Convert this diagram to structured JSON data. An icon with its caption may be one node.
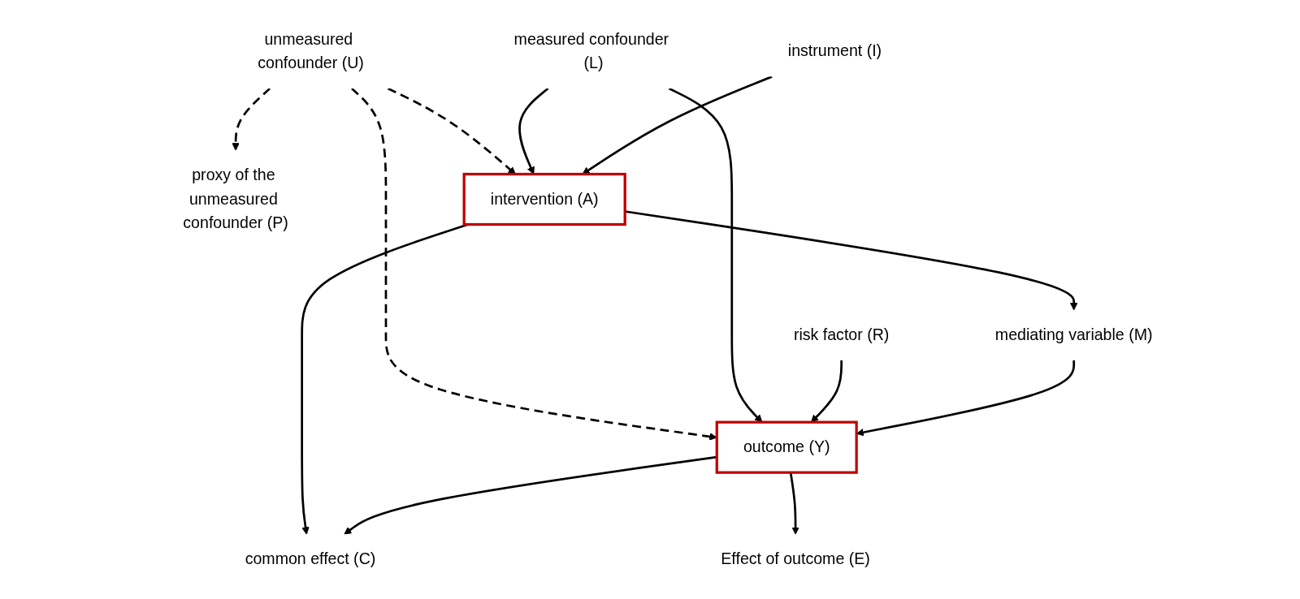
{
  "diagram": {
    "nodes": [
      {
        "text": [
          "unmeasured confounder (U)"
        ]
      },
      {
        "text": [
          "proxy of the unmeasured confounder (P)"
        ]
      },
      {
        "text": [
          "measured confounder (L)"
        ]
      },
      {
        "text": [
          "risk factor (R)"
        ]
      },
      {
        "text": [
          "intervention (A)"
        ]
      },
      {
        "text": [
          "mediating variable (M)"
        ]
      },
      {
        "text": [
          "outcome (Y)"
        ]
      },
      {
        "text": [
          "instrument (I)"
        ]
      },
      {
        "text": [
          "common effect (C)"
        ]
      },
      {
        "text": [
          "Effect of outcome (E)"
        ]
      }
    ],
    "edges": [
      {
        "from": 0,
        "to": 1,
        "arrow": "to",
        "style": "dashed"
      },
      {
        "from": 0,
        "to": 4,
        "arrow": "to",
        "style": "dashed"
      },
      {
        "from": 0,
        "to": 6,
        "arrow": "to",
        "style": "dashed"
      },
      {
        "from": 2,
        "to": 4,
        "arrow": "to"
      },
      {
        "from": 2,
        "to": 6,
        "arrow": "to"
      },
      {
        "from": 3,
        "to": 6,
        "arrow": "to"
      },
      {
        "from": 4,
        "to": 5,
        "arrow": "to"
      },
      {
        "from": 5,
        "to": 6,
        "arrow": "to"
      },
      {
        "from": 7,
        "to": 4,
        "arrow": "to"
      },
      {
        "from": 4,
        "to": 8,
        "arrow": "to"
      },
      {
        "from": 6,
        "to": 8,
        "arrow": "to"
      },
      {
        "from": 6,
        "to": 9,
        "arrow": "to"
      }
    ]
  }
}
